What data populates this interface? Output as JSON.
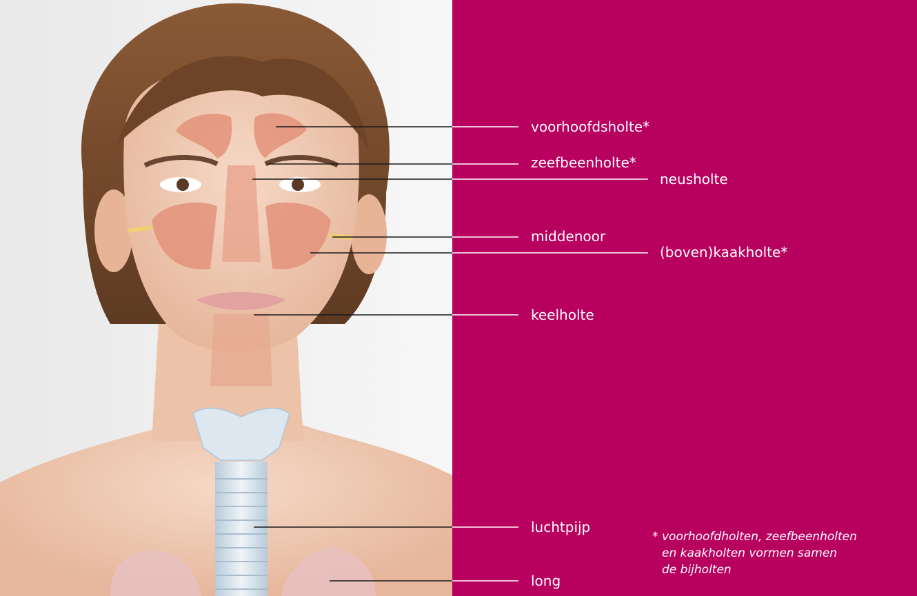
{
  "colors": {
    "panel": "#b8005f",
    "background": "#ffffff",
    "label_text": "#ffffff",
    "leader_line_on_photo": "#1a1a1a",
    "leader_line_on_panel": "#ffffff",
    "skin": "#f1cdb7",
    "hair": "#7a4b2c",
    "sinus": "#e3927a",
    "trachea": "#dbe6ef"
  },
  "labels": {
    "voorhoofdsholte": "voorhoofdsholte*",
    "zeefbeenholte": "zeefbeenholte*",
    "neusholte": "neusholte",
    "middenoor": "middenoor",
    "kaakholte": "(boven)kaakholte*",
    "keelholte": "keelholte",
    "luchtpijp": "luchtpijp",
    "long": "long"
  },
  "footnote": {
    "star": "*",
    "line1": "voorhoofdholten, zeefbeenholten",
    "line2": "en kaakholten vormen samen",
    "line3": "de bijholten"
  }
}
